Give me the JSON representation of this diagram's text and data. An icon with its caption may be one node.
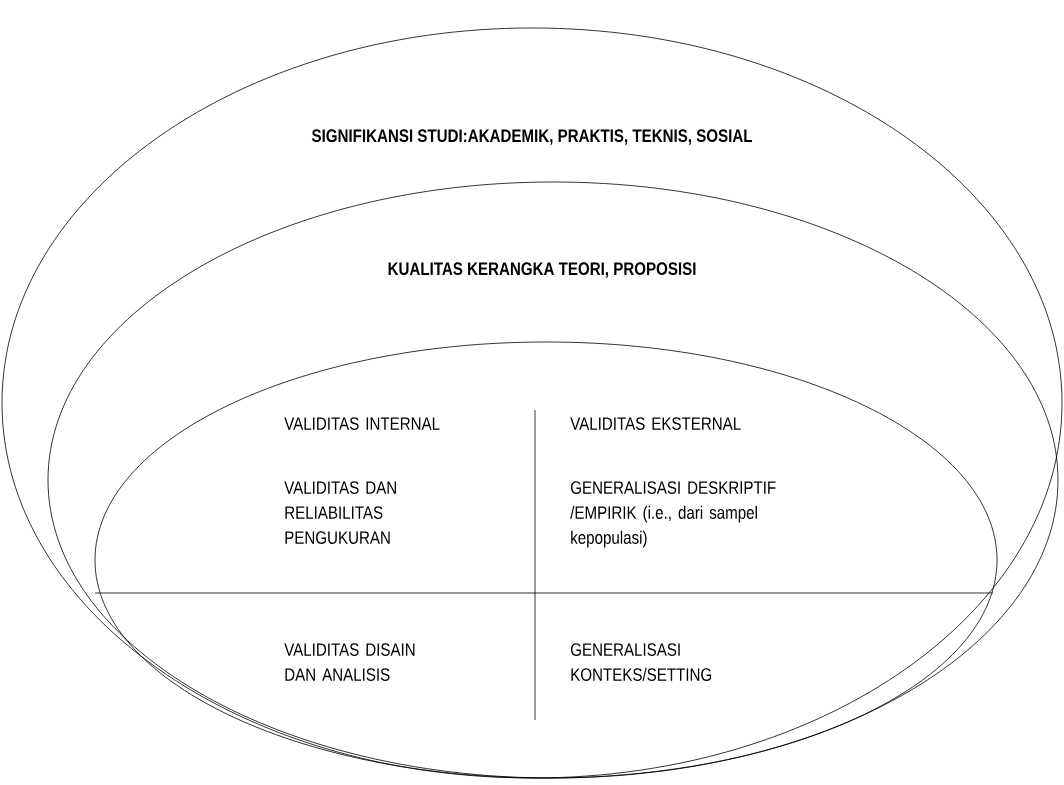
{
  "diagram": {
    "nodes": [
      {
        "text": [
          "SIGNIFIKANSI STUDI:AKADEMIK, PRAKTIS, TEKNIS, SOSIAL"
        ]
      },
      {
        "text": [
          "KUALITAS KERANGKA TEORI, PROPOSISI"
        ],
        "in": 0
      },
      {
        "text": [
          "VALIDITAS INTERNAL",
          "VALIDITAS EKSTERNAL",
          "VALIDITAS DAN RELIABILITAS PENGUKURAN",
          "GENERALISASI DESKRIPTIF /EMPIRIK (i.e., dari sampel kepopulasi)",
          "VALIDITAS DISAIN DAN ANALISIS",
          "GENERALISASI KONTEKS/SETTING"
        ],
        "in": 1
      }
    ]
  }
}
